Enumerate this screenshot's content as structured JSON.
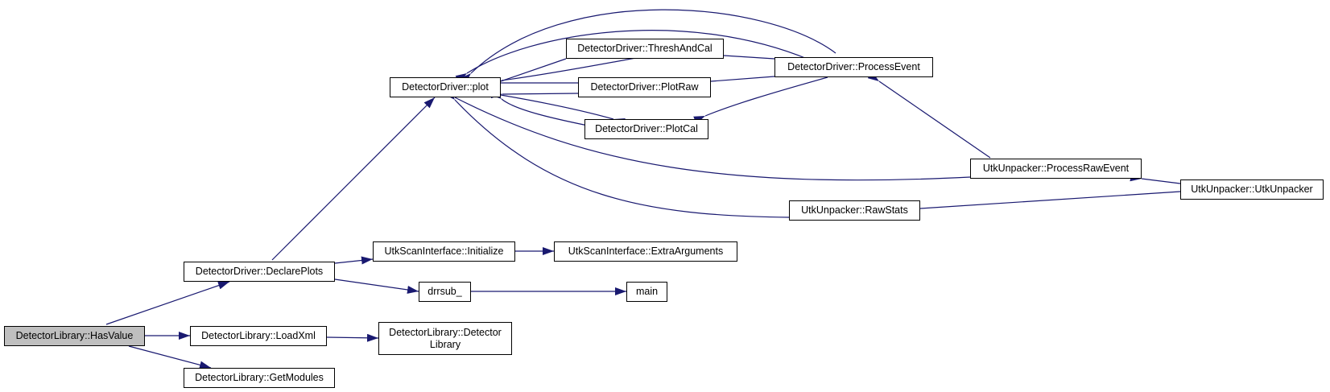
{
  "nodes": {
    "has_value": "DetectorLibrary::HasValue",
    "declare_plots": "DetectorDriver::DeclarePlots",
    "load_xml": "DetectorLibrary::LoadXml",
    "get_modules": "DetectorLibrary::GetModules",
    "plot": "DetectorDriver::plot",
    "thresh_and_cal": "DetectorDriver::ThreshAndCal",
    "plot_raw": "DetectorDriver::PlotRaw",
    "plot_cal": "DetectorDriver::PlotCal",
    "process_event": "DetectorDriver::ProcessEvent",
    "process_raw_event": "UtkUnpacker::ProcessRawEvent",
    "raw_stats": "UtkUnpacker::RawStats",
    "utk_unpacker": "UtkUnpacker::UtkUnpacker",
    "initialize": "UtkScanInterface::Initialize",
    "extra_arguments": "UtkScanInterface::ExtraArguments",
    "drrsub": "drrsub_",
    "main": "main",
    "detector_library_line1": "DetectorLibrary::Detector",
    "detector_library_line2": "Library"
  },
  "colors": {
    "edge": "#191970",
    "root_fill": "#bfbfbf",
    "node_border": "#000000"
  }
}
